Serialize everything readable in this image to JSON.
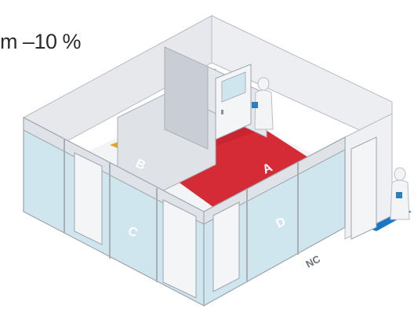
{
  "pressure_label": "m –10 %",
  "zones": [
    {
      "label": "A",
      "color": "#d52b36"
    },
    {
      "label": "B",
      "color": "#e4a22a"
    },
    {
      "label": "C",
      "color": "#3f9b3c"
    },
    {
      "label": "D",
      "color": "#1b76c3"
    }
  ],
  "outside_label": "NC",
  "colors": {
    "wall": "#dcdfe4",
    "wall_dark": "#b9bec6",
    "glass": "#cfe6ef",
    "frame": "#a9aeb6",
    "door": "#f4f5f7",
    "background": "#ffffff"
  }
}
